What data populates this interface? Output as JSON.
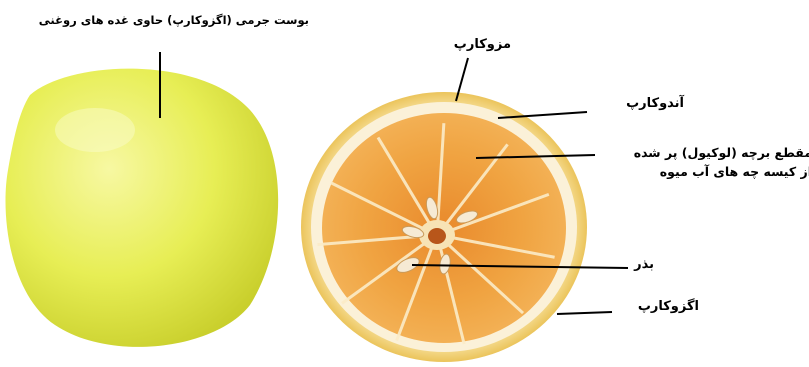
{
  "labels": {
    "peel": "بوست جرمی (اگزوکارپ) حاوی غده های روغنی",
    "mesocarp": "مزوکارپ",
    "endocarp": "آندوکارپ",
    "segment_line1": "مقطع برچه (لوکیول) پر شده",
    "segment_line2": "از کیسه چه های آب میوه",
    "seed": "بذر",
    "exocarp": "اگزوکارپ"
  },
  "colors": {
    "lemon_yellow": "#e6ec52",
    "rind": "#f3d27a",
    "albedo": "#fbf3dc",
    "pulp": "#f0a544",
    "pulp_dark": "#e28a2a",
    "seed": "#f6ead4",
    "leader": "#000000"
  }
}
